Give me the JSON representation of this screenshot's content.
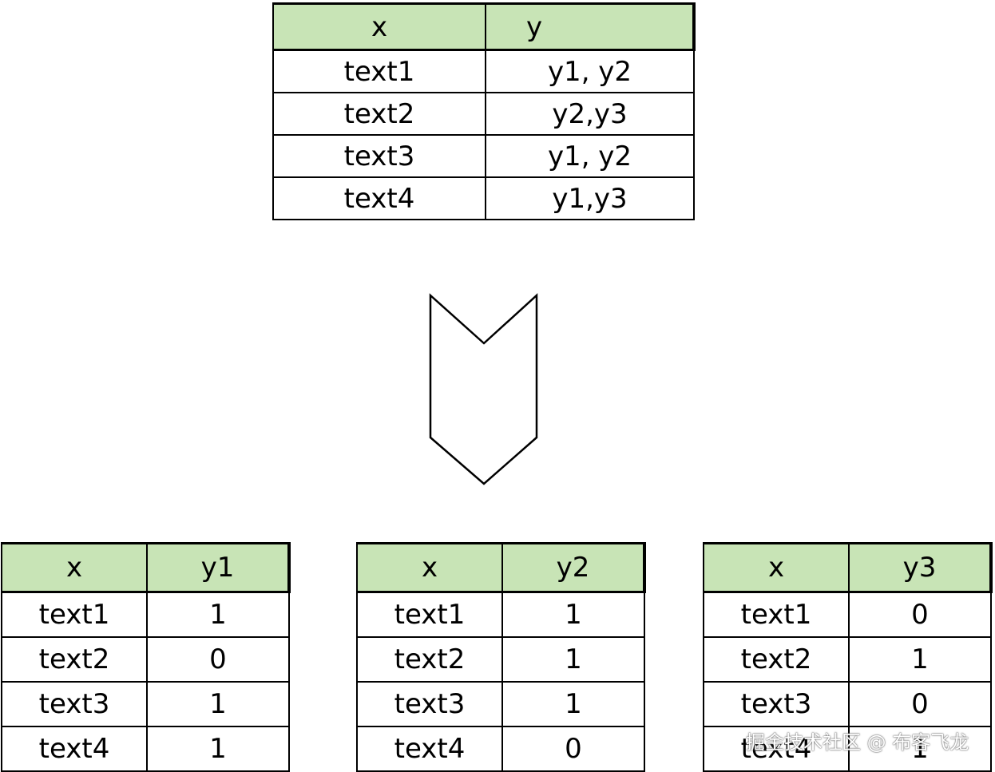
{
  "source_table": {
    "headers": [
      "x",
      "y"
    ],
    "rows": [
      [
        "text1",
        "y1, y2"
      ],
      [
        "text2",
        "y2,y3"
      ],
      [
        "text3",
        "y1, y2"
      ],
      [
        "text4",
        "y1,y3"
      ]
    ]
  },
  "result_tables": [
    {
      "headers": [
        "x",
        "y1"
      ],
      "rows": [
        [
          "text1",
          "1"
        ],
        [
          "text2",
          "0"
        ],
        [
          "text3",
          "1"
        ],
        [
          "text4",
          "1"
        ]
      ]
    },
    {
      "headers": [
        "x",
        "y2"
      ],
      "rows": [
        [
          "text1",
          "1"
        ],
        [
          "text2",
          "1"
        ],
        [
          "text3",
          "1"
        ],
        [
          "text4",
          "0"
        ]
      ]
    },
    {
      "headers": [
        "x",
        "y3"
      ],
      "rows": [
        [
          "text1",
          "0"
        ],
        [
          "text2",
          "1"
        ],
        [
          "text3",
          "0"
        ],
        [
          "text4",
          "1"
        ]
      ]
    }
  ],
  "arrow": {
    "icon": "chevron-down-arrow-icon"
  },
  "header_color": "#c8e4b6",
  "watermark": "掘金技术社区 @ 布客飞龙"
}
